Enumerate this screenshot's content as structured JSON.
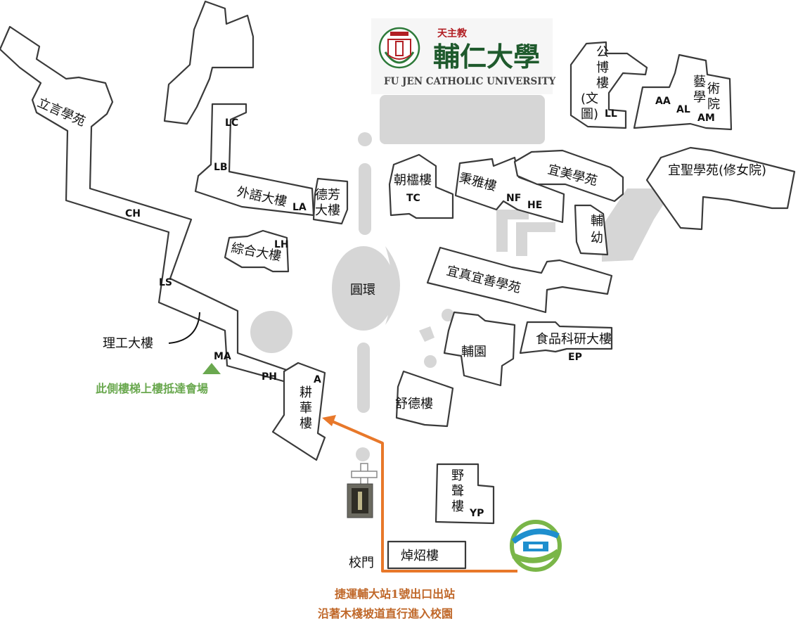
{
  "logo": {
    "top_text": "天主教",
    "name_cn": "輔仁大學",
    "name_en": "FU JEN CATHOLIC UNIVERSITY"
  },
  "labels": {
    "liyan": "立言學苑",
    "ch": "CH",
    "ls": "LS",
    "ma": "MA",
    "ph": "PH",
    "ligong": "理工大樓",
    "lc": "LC",
    "lb": "LB",
    "la": "LA",
    "waiyu": "外語大樓",
    "defang_1": "德芳",
    "defang_2": "大樓",
    "lh": "LH",
    "zonghe": "綜合大樓",
    "yuanhuan": "圓環",
    "a": "A",
    "genghua": [
      "耕",
      "華",
      "樓"
    ],
    "chaolou": "朝櫺樓",
    "tc": "TC",
    "bingya": "秉雅樓",
    "nf": "NF",
    "he": "HE",
    "yimei": "宜美學苑",
    "fuyou": [
      "輔",
      "幼"
    ],
    "yisheng": "宜聖學苑(修女院)",
    "gongbo": [
      "公",
      "博",
      "樓",
      "(文",
      "圖)"
    ],
    "ll": "LL",
    "yishu": [
      "藝",
      "術",
      "學",
      "院"
    ],
    "aa": "AA",
    "al": "AL",
    "am": "AM",
    "yizhen": "宜真宜善學苑",
    "fuyuan": "輔園",
    "shipin": "食品科研大樓",
    "ep": "EP",
    "shude": "舒德樓",
    "yesheng": [
      "野",
      "聲",
      "樓"
    ],
    "yp": "YP",
    "xiaomen": "校門",
    "zhuozhao": "焯炤樓"
  },
  "notes": {
    "stairs": "此側樓梯上樓抵達會場",
    "route_1": "捷運輔大站1號出口出站",
    "route_2": "沿著木棧坡道直行進入校園"
  },
  "colors": {
    "building_stroke": "#3a3a3a",
    "road": "#d6d6d6",
    "route": "#e8782a",
    "stairs_marker": "#6aa84f",
    "mrt_green": "#7ab648",
    "mrt_blue": "#1f8fce"
  },
  "icons": {
    "mrt": "mrt-logo-icon",
    "cross": "cross-monument-icon",
    "crest": "university-crest-icon"
  }
}
